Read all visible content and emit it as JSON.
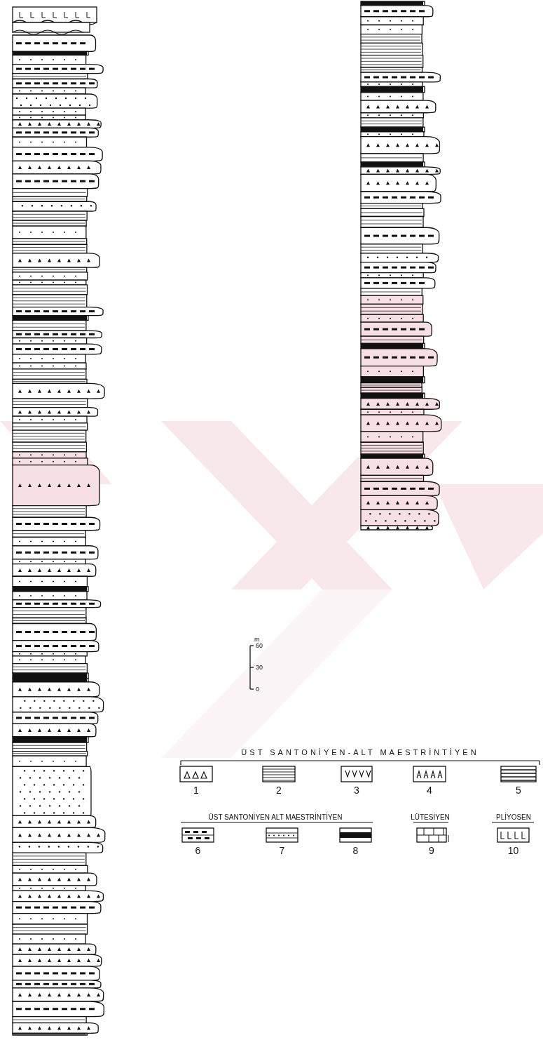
{
  "diagram": {
    "labels": [
      "m",
      "60",
      "30",
      "0",
      "ÜST SANTONİYEN-ALT MAESTRİNTİYEN",
      "ÜST SANTONİYEN ALT MAESTRİNTİYEN",
      "LÜTESİYEN",
      "PLİYOSEN"
    ],
    "legend": [
      {
        "text": "1"
      },
      {
        "text": "2"
      },
      {
        "text": "3"
      },
      {
        "text": "4"
      },
      {
        "text": "5"
      },
      {
        "text": "6"
      },
      {
        "text": "7"
      },
      {
        "text": "8"
      },
      {
        "text": "9"
      },
      {
        "text": "10"
      }
    ]
  }
}
